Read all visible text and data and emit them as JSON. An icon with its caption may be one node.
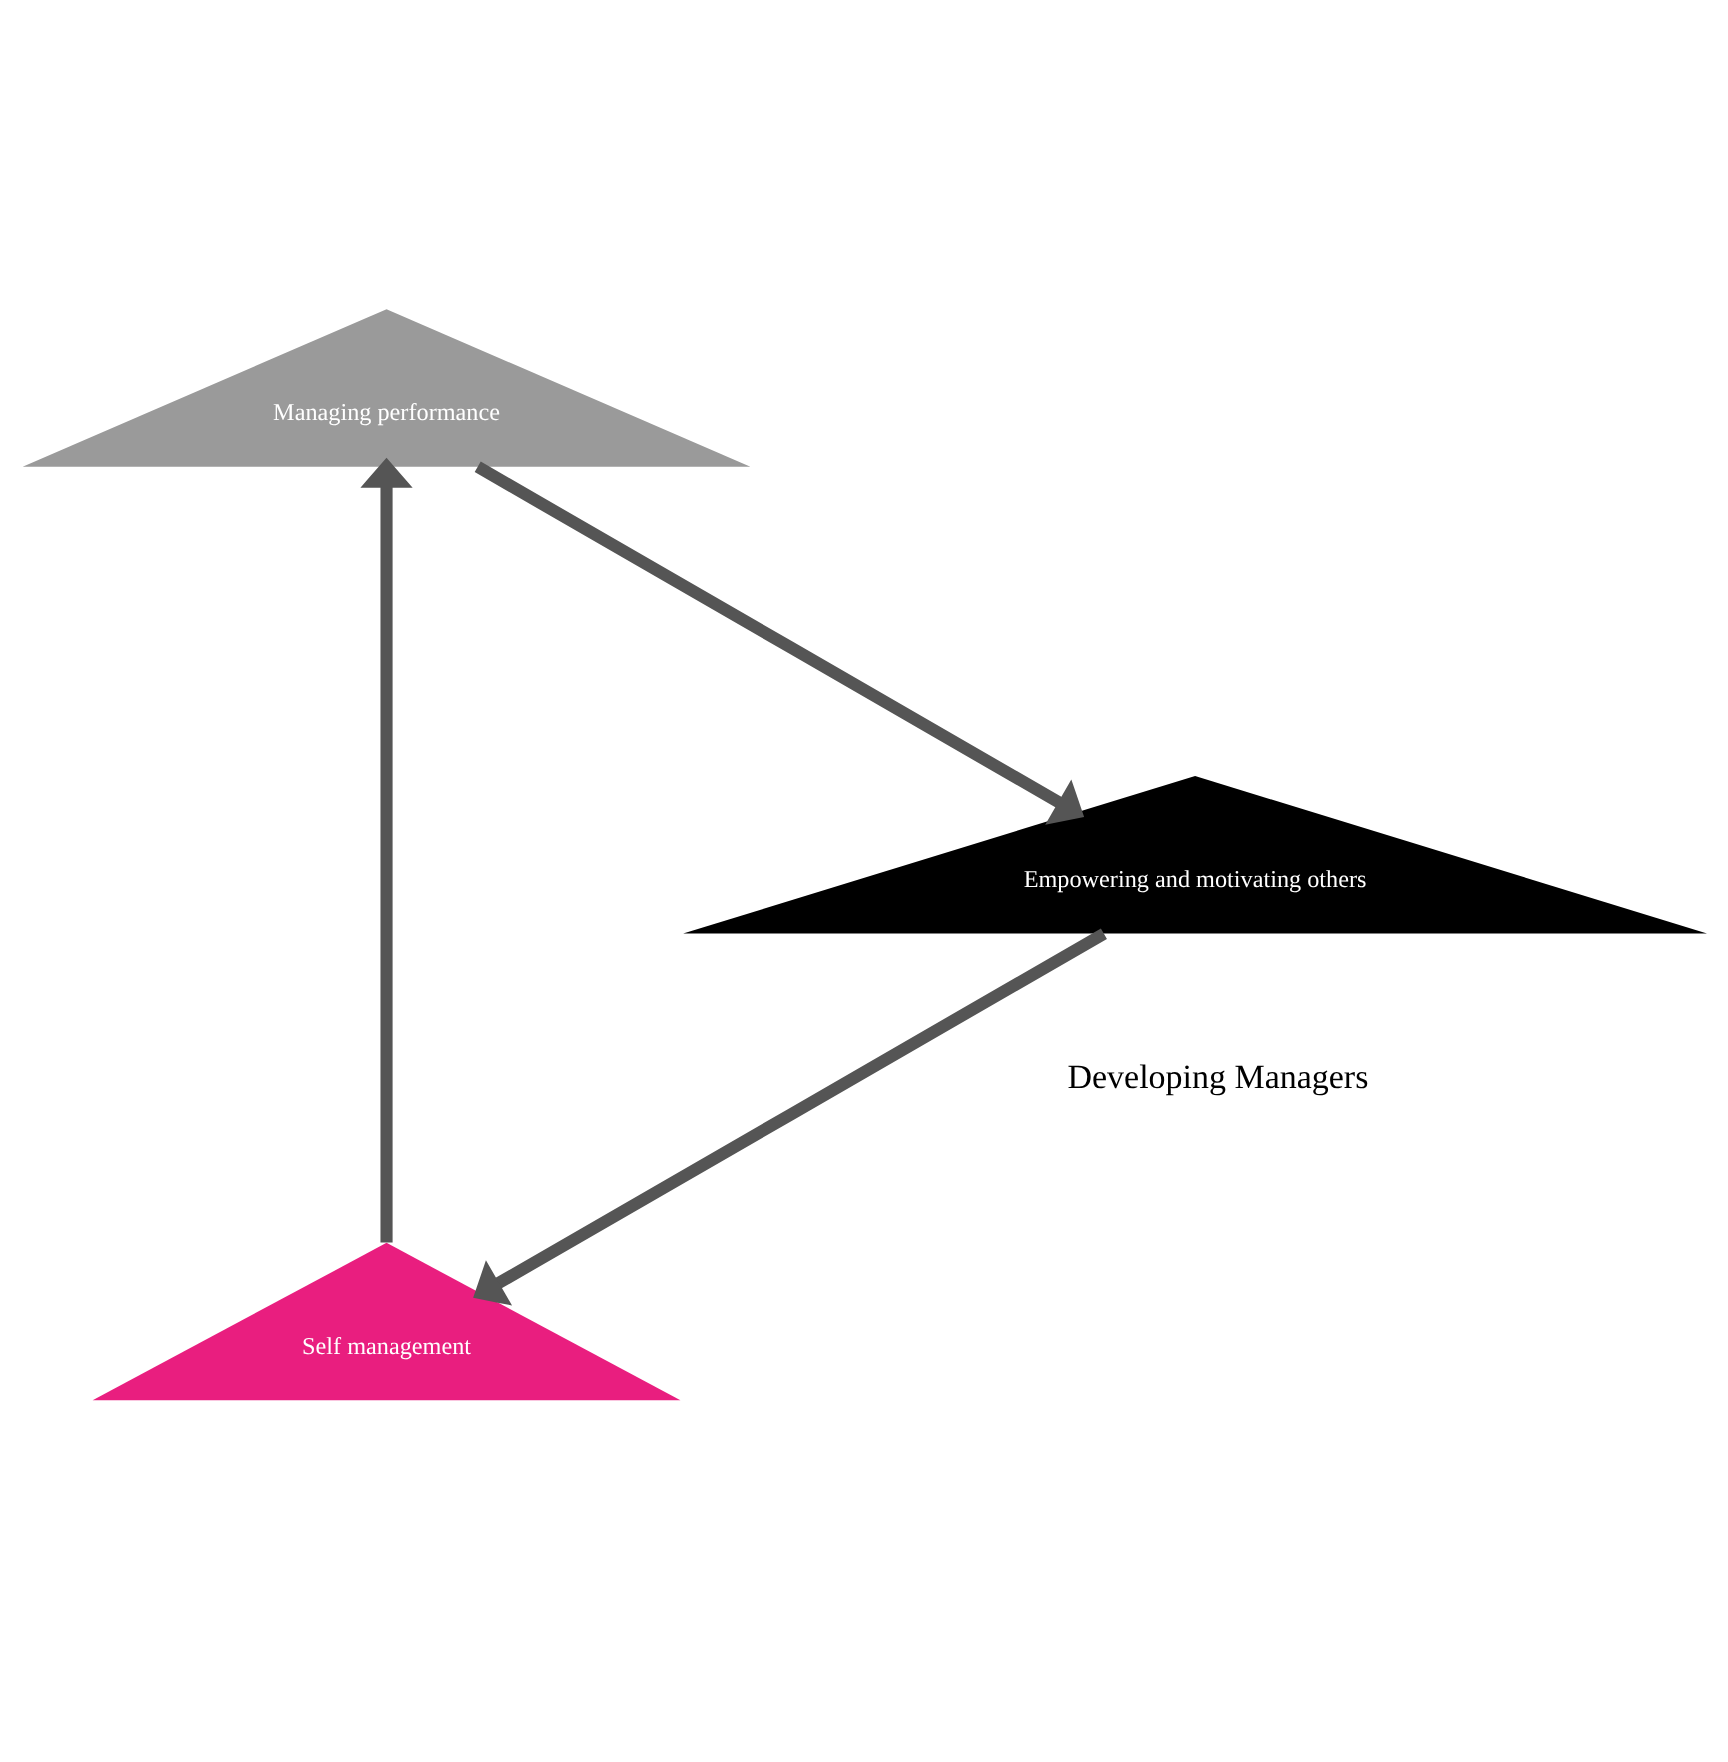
{
  "diagram": {
    "nodes": [
      {
        "text": [
          "Self management"
        ]
      },
      {
        "text": [
          "Managing performance"
        ]
      },
      {
        "text": [
          "Empowering and motivating others"
        ]
      }
    ],
    "edges": [
      {
        "from": 0,
        "to": 1,
        "arrow": "to"
      },
      {
        "from": 1,
        "to": 2,
        "arrow": "to"
      },
      {
        "from": 2,
        "to": 0,
        "arrow": "to"
      }
    ],
    "labels": [
      "Developing Managers"
    ]
  }
}
